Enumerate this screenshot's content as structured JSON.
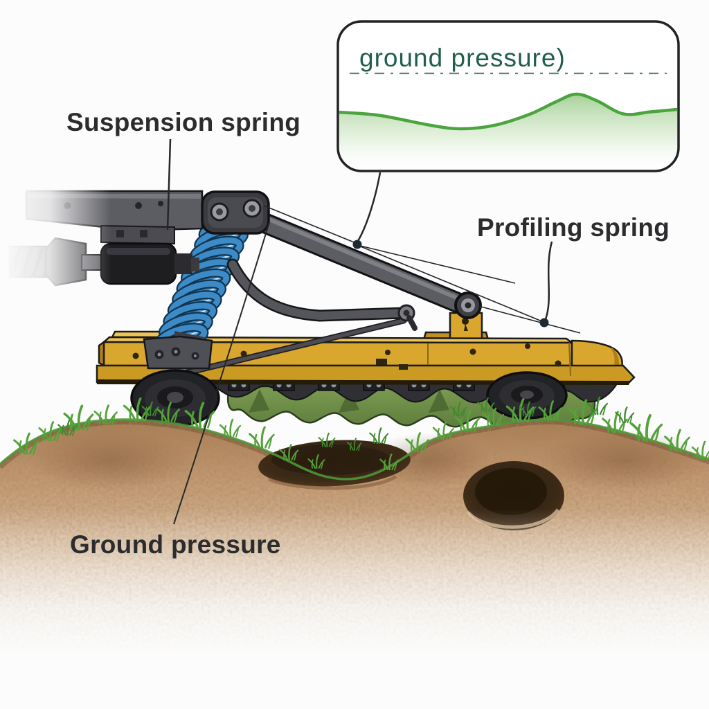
{
  "colors": {
    "background": "#fcfcfc",
    "label-text": "#2c2c2e",
    "leader-line": "#26262a",
    "inset-title": "#215e4e",
    "inset-curve": "#4ba43e",
    "inset-baseline": "#4a6a5e",
    "body-yellow": "#d9a62e",
    "body-yellow-light": "#eec456",
    "body-yellow-dark": "#b07f15",
    "spring-blue": "#3c8bc7",
    "spring-blue-dark": "#12344e",
    "metal-gray": "#5c5c63",
    "metal-dark": "#2a2a2e",
    "disc-green": "#74924a",
    "disc-green-dark": "#4b6530",
    "grass-green": "#55a23a",
    "soil-top": "#b8895e",
    "soil-light": "#dcc3a6",
    "pit-dark": "#3c2a1a"
  },
  "labels": {
    "suspension_spring": "Suspension spring",
    "profiling_spring": "Profiling spring",
    "ground_pressure": "Ground pressure"
  },
  "inset": {
    "title": "ground pressure)",
    "chart": {
      "type": "area",
      "description": "ground pressure of the mower unit over distance, fluctuating gently around a dash-dot reference baseline",
      "baseline": "dash-dot reference line above curve",
      "x_norm": [
        0,
        0.12,
        0.27,
        0.36,
        0.46,
        0.56,
        0.64,
        0.7,
        0.76,
        0.84,
        0.92,
        1.0
      ],
      "pressure_norm": [
        0.49,
        0.4,
        0.12,
        0.02,
        0.12,
        0.42,
        0.78,
        1.0,
        0.82,
        0.44,
        0.5,
        0.57
      ]
    }
  },
  "scene": {
    "subject": "disc mower cutter bar on suspension linkage riding over uneven ground",
    "parts": [
      "tractor arm with PTO shaft",
      "blue suspension coil spring",
      "profiling spring linkage arms",
      "yellow cutter-bar body",
      "green mowing discs",
      "gauge wheels",
      "soil with two pits and grass"
    ]
  }
}
